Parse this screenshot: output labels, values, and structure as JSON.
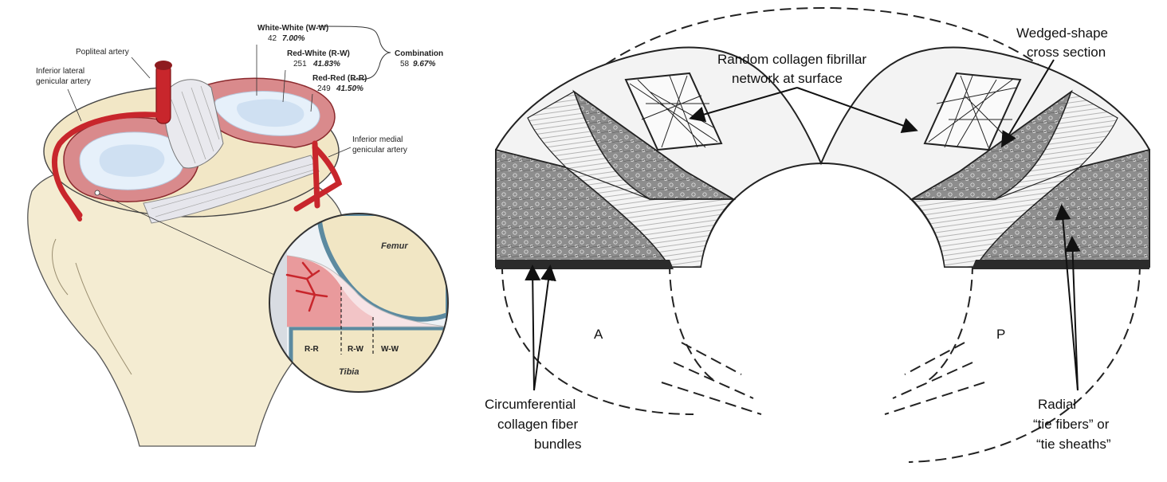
{
  "left": {
    "labels": {
      "popliteal": "Popliteal artery",
      "inf_lat_1": "Inferior lateral",
      "inf_lat_2": "genicular artery",
      "inf_med_1": "Inferior medial",
      "inf_med_2": "genicular artery",
      "femur": "Femur",
      "tibia": "Tibia"
    },
    "zones": [
      {
        "name": "White-White (W-W)",
        "count": "42",
        "pct": "7.00%"
      },
      {
        "name": "Red-White (R-W)",
        "count": "251",
        "pct": "41.83%"
      },
      {
        "name": "Red-Red (R-R)",
        "count": "249",
        "pct": "41.50%"
      }
    ],
    "combination": {
      "name": "Combination",
      "count": "58",
      "pct": "9.67%"
    },
    "inset_zones": [
      "R-R",
      "R-W",
      "W-W"
    ],
    "colors": {
      "artery": "#c8262c",
      "meniscus_red": "#d9777a",
      "white_zone": "#e6f0fa",
      "bone": "#f3e8c4"
    }
  },
  "right": {
    "labels": {
      "random_1": "Random collagen fibrillar",
      "random_2": "network at surface",
      "wedge_1": "Wedged-shape",
      "wedge_2": "cross section",
      "circ_1": "Circumferential",
      "circ_2": "collagen fiber",
      "circ_3": "bundles",
      "radial_1": "Radial",
      "radial_2": "“tie fibers” or",
      "radial_3": "“tie sheaths”",
      "a": "A",
      "p": "P"
    }
  }
}
